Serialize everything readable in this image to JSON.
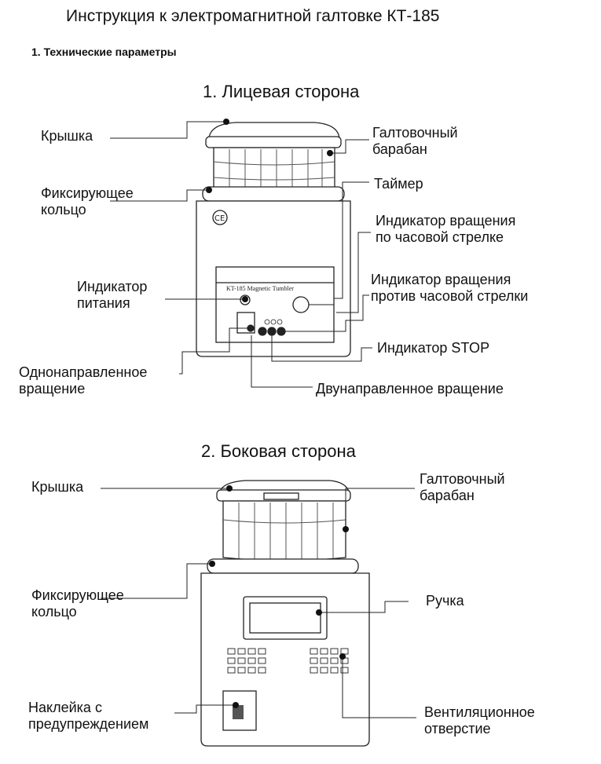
{
  "document": {
    "title": "Инструкция к электромагнитной галтовке КТ-185",
    "section": "1.  Технические параметры"
  },
  "front": {
    "heading": "1. Лицевая сторона",
    "panel_brand": "KT-185 Magnetic Tumbler",
    "labels": {
      "lid": "Крышка",
      "drum": "Галтовочный\nбарабан",
      "ring": "Фиксирующее\nкольцо",
      "timer": "Таймер",
      "cw": "Индикатор вращения\nпо часовой стрелке",
      "power": "Индикатор\nпитания",
      "ccw": "Индикатор вращения\nпротив часовой стрелки",
      "stop": "Индикатор STOP",
      "uni": "Однонаправленное\nвращение",
      "bi": "Двунаправленное вращение"
    }
  },
  "side": {
    "heading": "2. Боковая сторона",
    "labels": {
      "lid": "Крышка",
      "drum": "Галтовочный\nбарабан",
      "ring": "Фиксирующее\nкольцо",
      "handle": "Ручка",
      "sticker": "Наклейка с\nпредупреждением",
      "vent": "Вентиляционное\nотверстие"
    }
  }
}
